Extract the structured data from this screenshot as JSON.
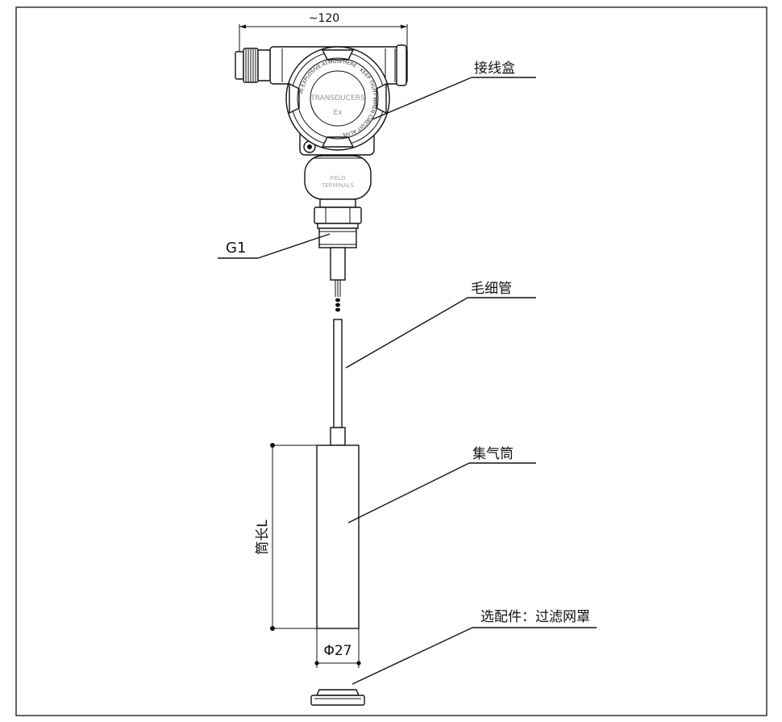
{
  "dimensions": {
    "width_label": "~120",
    "diameter_label": "Φ27",
    "length_label": "筒长L"
  },
  "labels": {
    "junction_box": "接线盒",
    "thread": "G1",
    "capillary": "毛细管",
    "gas_collector": "集气筒",
    "optional_filter": "选配件：过滤网罩"
  },
  "housing_marks": {
    "ring_text": "IN EXPLOSIVE ATMOSPHERE · KEEP TIGHT WHEN CIRCUIT ALIVE ·",
    "center_text": "TRANSDUCERS",
    "ex_mark": "Ex",
    "terminals_line1": "FIELD",
    "terminals_line2": "TERMINALS"
  }
}
